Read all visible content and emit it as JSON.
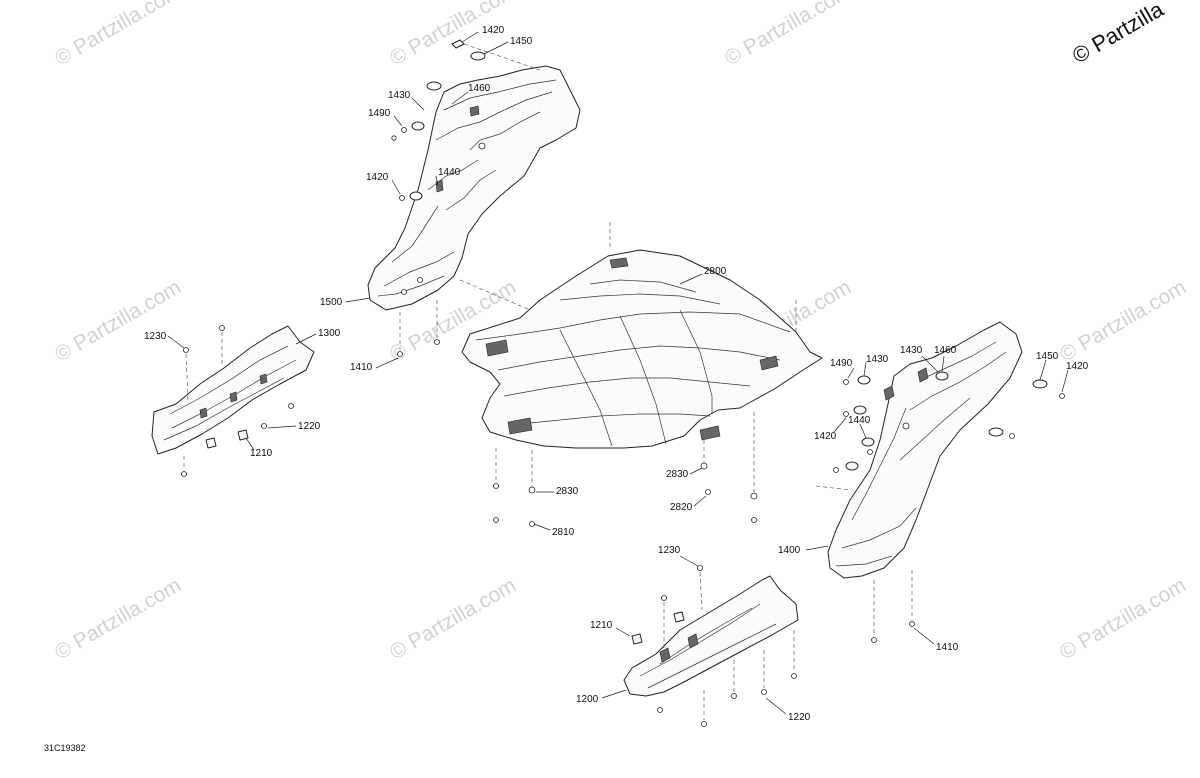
{
  "copyright_corner": "© Partzilla",
  "watermark": "© Partzilla.com",
  "diagram_ref": "31C19382",
  "callouts": [
    {
      "id": "1420-a",
      "label": "1420"
    },
    {
      "id": "1450-a",
      "label": "1450"
    },
    {
      "id": "1430-a",
      "label": "1430"
    },
    {
      "id": "1460-a",
      "label": "1460"
    },
    {
      "id": "1490-a",
      "label": "1490"
    },
    {
      "id": "1420-b",
      "label": "1420"
    },
    {
      "id": "1440-a",
      "label": "1440"
    },
    {
      "id": "1500",
      "label": "1500"
    },
    {
      "id": "1410-a",
      "label": "1410"
    },
    {
      "id": "2800",
      "label": "2800"
    },
    {
      "id": "1230-a",
      "label": "1230"
    },
    {
      "id": "1300",
      "label": "1300"
    },
    {
      "id": "1220-a",
      "label": "1220"
    },
    {
      "id": "1210-a",
      "label": "1210"
    },
    {
      "id": "2830-a",
      "label": "2830"
    },
    {
      "id": "2830-b",
      "label": "2830"
    },
    {
      "id": "2820",
      "label": "2820"
    },
    {
      "id": "2810",
      "label": "2810"
    },
    {
      "id": "1490-b",
      "label": "1490"
    },
    {
      "id": "1430-b",
      "label": "1430"
    },
    {
      "id": "1430-c",
      "label": "1430"
    },
    {
      "id": "1460-b",
      "label": "1460"
    },
    {
      "id": "1450-b",
      "label": "1450"
    },
    {
      "id": "1420-c",
      "label": "1420"
    },
    {
      "id": "1420-d",
      "label": "1420"
    },
    {
      "id": "1440-b",
      "label": "1440"
    },
    {
      "id": "1400",
      "label": "1400"
    },
    {
      "id": "1410-b",
      "label": "1410"
    },
    {
      "id": "1230-b",
      "label": "1230"
    },
    {
      "id": "1210-b",
      "label": "1210"
    },
    {
      "id": "1200",
      "label": "1200"
    },
    {
      "id": "1220-b",
      "label": "1220"
    }
  ]
}
